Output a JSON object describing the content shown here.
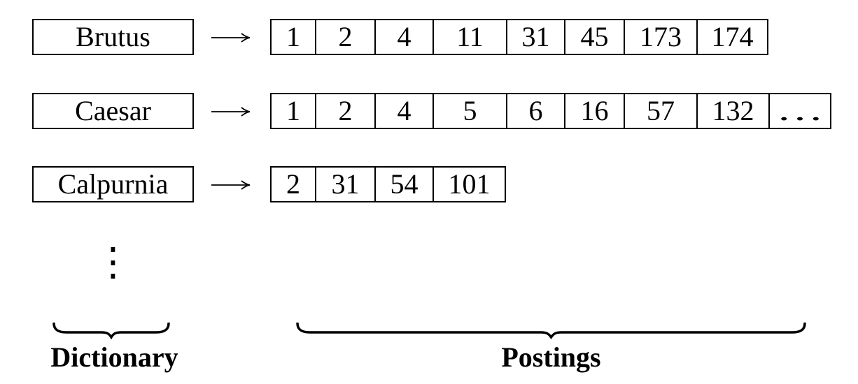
{
  "colors": {
    "ink": "#000000",
    "paper": "#ffffff"
  },
  "rows": [
    {
      "term": "Brutus",
      "postings": [
        "1",
        "2",
        "4",
        "11",
        "31",
        "45",
        "173",
        "174"
      ]
    },
    {
      "term": "Caesar",
      "postings": [
        "1",
        "2",
        "4",
        "5",
        "6",
        "16",
        "57",
        "132",
        "…"
      ]
    },
    {
      "term": "Calpurnia",
      "postings": [
        "2",
        "31",
        "54",
        "101"
      ]
    }
  ],
  "vertical_ellipsis": "⋮",
  "labels": {
    "dictionary": "Dictionary",
    "postings": "Postings"
  },
  "icons": {
    "arrow_right": "⟶",
    "underbrace": "curly-underbrace"
  }
}
